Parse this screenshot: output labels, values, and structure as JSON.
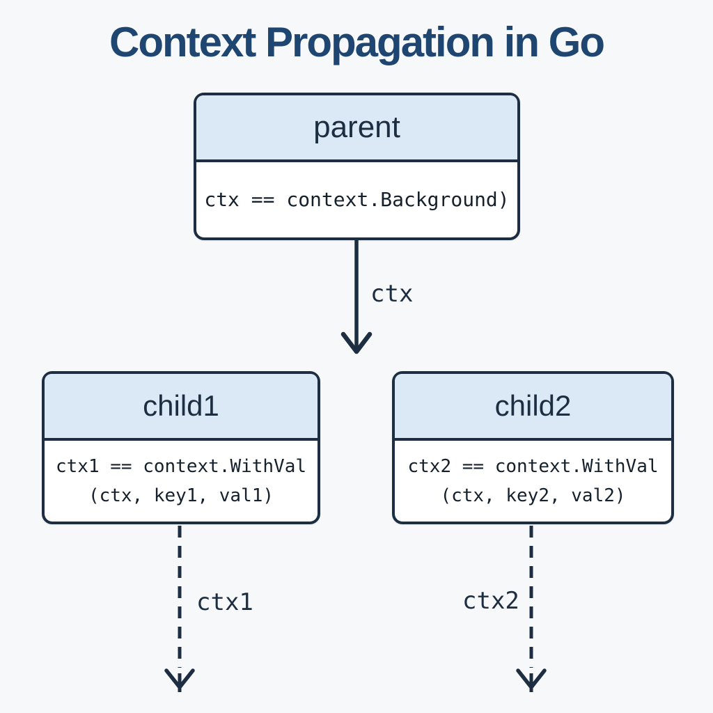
{
  "title": "Context Propagation in Go",
  "colors": {
    "bg": "#f7f8f9",
    "ink": "#1d2e42",
    "title-color": "#1f4571",
    "header-fill": "#dbe9f6",
    "body-fill": "#ffffff",
    "code-color": "#15202d"
  },
  "nodes": {
    "parent": {
      "label": "parent",
      "code_lines": [
        "ctx == context.Background)"
      ]
    },
    "child1": {
      "label": "child1",
      "code_lines": [
        "ctx1 == context.WithVal",
        "(ctx, key1, val1)"
      ]
    },
    "child2": {
      "label": "child2",
      "code_lines": [
        "ctx2 == context.WithVal",
        "(ctx, key2, val2)"
      ]
    }
  },
  "edges": {
    "parent_to_children": {
      "label": "ctx",
      "style": "solid"
    },
    "child1_out": {
      "label": "ctx1",
      "style": "dashed"
    },
    "child2_out": {
      "label": "ctx2",
      "style": "dashed"
    }
  }
}
